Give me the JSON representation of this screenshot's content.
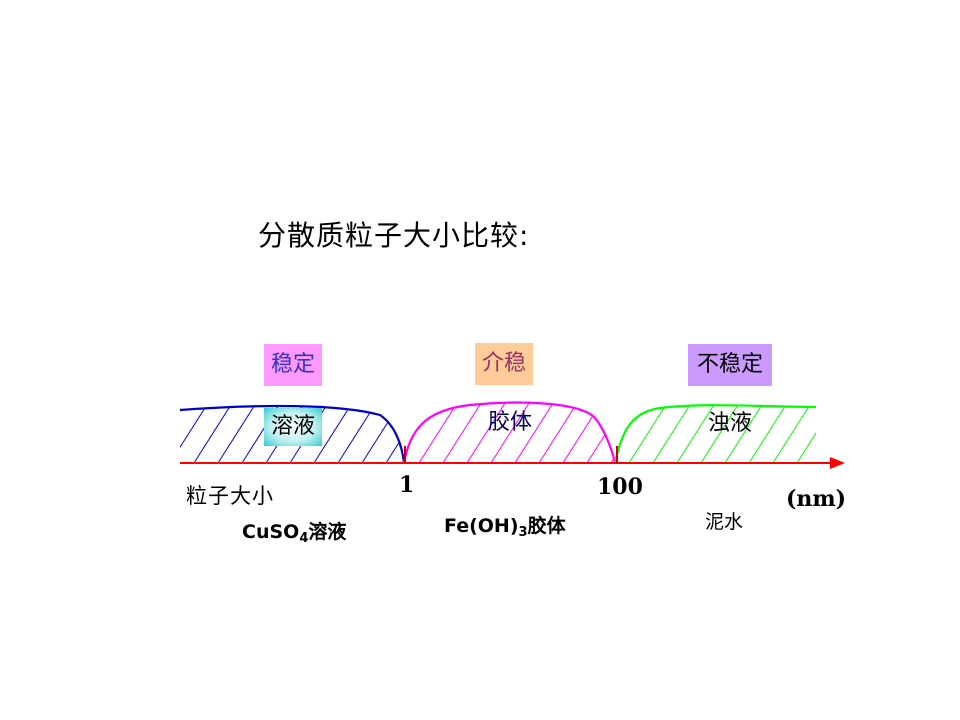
{
  "title": "分散质粒子大小比较:",
  "stability": {
    "stable": "稳定",
    "metastable": "介稳",
    "unstable": "不稳定"
  },
  "regions": {
    "solution": "溶液",
    "colloid": "胶体",
    "suspension": "浊液"
  },
  "axis": {
    "name": "粒子大小",
    "unit": "(nm)",
    "ticks": [
      "1",
      "100"
    ]
  },
  "examples": {
    "solution": {
      "main": "CuSO",
      "sub": "4",
      "tail": "溶液"
    },
    "colloid": {
      "main": "Fe(OH)",
      "sub": "3",
      "tail": "胶体"
    },
    "suspension": {
      "main": "泥水"
    }
  },
  "colors": {
    "axis": "#ff0000",
    "solution_curve": "#0000cc",
    "colloid_curve": "#ff00ff",
    "suspension_curve": "#00ff00",
    "tick": "#cc0000"
  }
}
